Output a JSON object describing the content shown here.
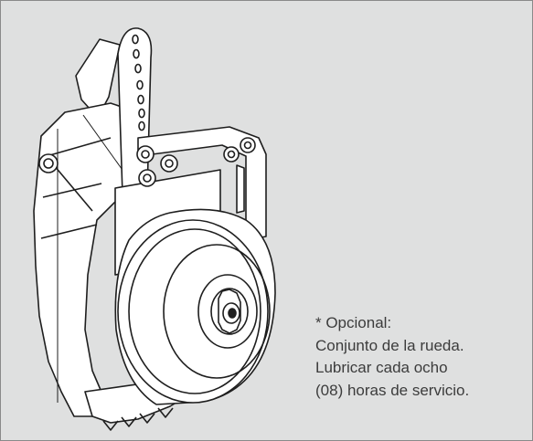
{
  "caption": {
    "line1": "* Opcional:",
    "line2": "Conjunto de la rueda.",
    "line3": "Lubricar cada ocho",
    "line4": "(08) horas de servicio."
  },
  "illustration": {
    "subject": "gauge-wheel-assembly-drawing"
  },
  "colors": {
    "panel_background": "#dfe0e0",
    "panel_border": "#8a8a8a",
    "text": "#3c3c3c",
    "line_art_fill": "#ffffff",
    "line_art_stroke": "#1e1e1e"
  }
}
